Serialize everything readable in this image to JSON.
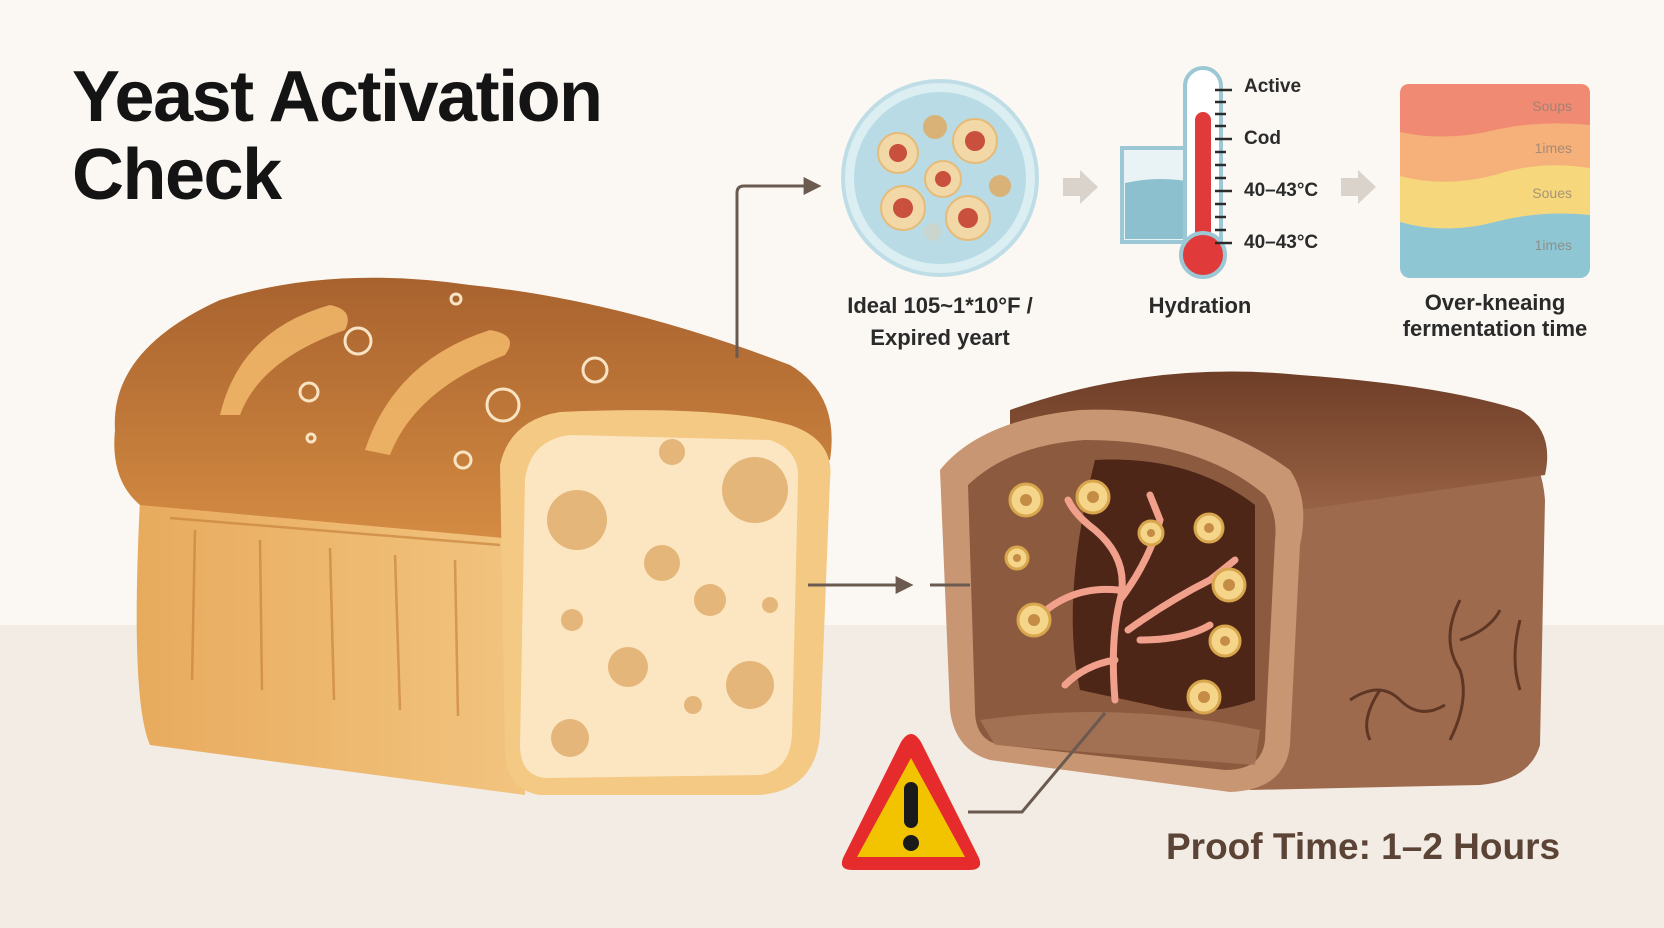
{
  "title": {
    "line1": "Yeast Activation",
    "line2": "Check"
  },
  "steps": [
    {
      "label_line1": "Ideal 105~1*10°F /",
      "label_line2": "Expired yeart",
      "icon": "yeast-petri-dish-icon"
    },
    {
      "label_line1": "Hydration",
      "icon": "thermometer-water-icon"
    },
    {
      "label_line1": "Over-kneaing",
      "label_line2": "fermentation time",
      "icon": "layered-fermentation-icon"
    }
  ],
  "thermometer": {
    "marks": [
      "Active",
      "Cod",
      "40–43°C",
      "40–43°C"
    ]
  },
  "fermentation_layers": [
    "Soups",
    "1imes",
    "Soues",
    "1imes"
  ],
  "footer": {
    "proof_time": "Proof Time: 1–2 Hours"
  },
  "colors": {
    "good_bread": "#e0a25a",
    "bad_bread": "#8a5a42",
    "warning": "#f2c400",
    "warning_border": "#e52b2b",
    "arrow": "#6a5a50",
    "layer_red": "#f08a72",
    "layer_orange": "#f6b07a",
    "layer_yellow": "#f6d77c",
    "layer_blue": "#8fc6d4"
  }
}
